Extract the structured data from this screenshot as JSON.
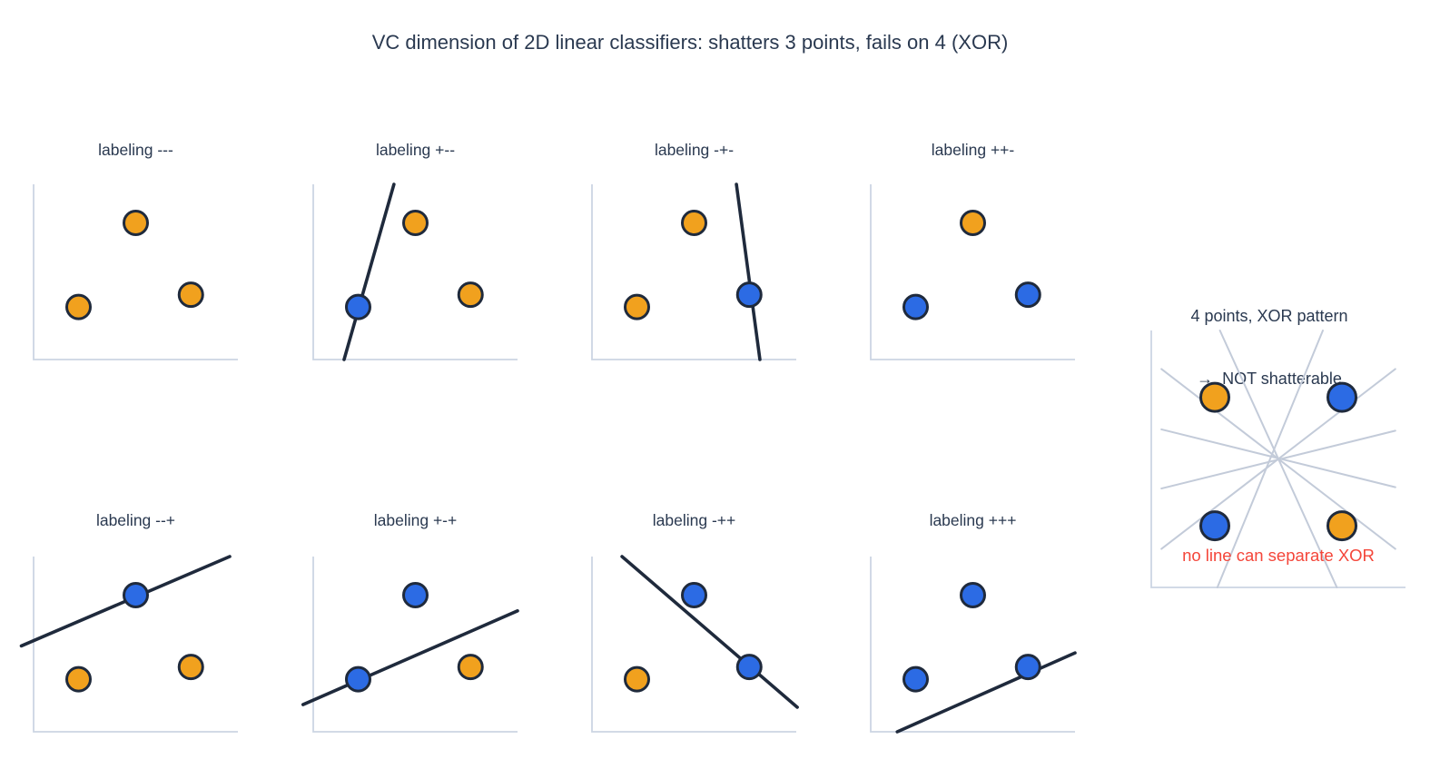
{
  "title": "VC dimension of 2D linear classifiers: shatters 3 points, fails on 4 (XOR)",
  "colors": {
    "background": "#ffffff",
    "text": "#2a3950",
    "ink": "#1f2a3c",
    "positive_blue": "#2c6be4",
    "negative_orange": "#f1a11e",
    "spine": "#ccd5e3",
    "fan_line": "#c3cbd9",
    "annotation_red": "#f4463a"
  },
  "chart_data": {
    "type": "scatter",
    "description": "Eight small scatter panels showing 3 points under all 8 +/- labelings, each separable by a line; one larger panel showing 4 XOR-labeled points with a fan of candidate lines that all fail.",
    "axis": {
      "spines": "left-bottom",
      "ticks": "none",
      "grid": false,
      "xlim": [
        0,
        1
      ],
      "ylim": [
        0,
        1
      ]
    },
    "base_points": [
      {
        "name": "bottom-left",
        "x": 0.22,
        "y": 0.3
      },
      {
        "name": "right",
        "x": 0.77,
        "y": 0.37
      },
      {
        "name": "top",
        "x": 0.5,
        "y": 0.78
      }
    ],
    "panels": [
      {
        "label": "labeling ---",
        "labels": [
          "-",
          "-",
          "-"
        ],
        "line": null
      },
      {
        "label": "labeling +--",
        "labels": [
          "+",
          "-",
          "-"
        ],
        "line": [
          0.151,
          0.0,
          0.395,
          1.0
        ]
      },
      {
        "label": "labeling -+-",
        "labels": [
          "-",
          "+",
          "-"
        ],
        "line": [
          0.822,
          0.0,
          0.707,
          1.0
        ]
      },
      {
        "label": "labeling ++-",
        "labels": [
          "+",
          "+",
          "-"
        ],
        "line": null
      },
      {
        "label": "labeling --+",
        "labels": [
          "-",
          "-",
          "+"
        ],
        "line": [
          -0.06,
          0.49,
          0.96,
          1.0
        ]
      },
      {
        "label": "labeling +-+",
        "labels": [
          "+",
          "-",
          "+"
        ],
        "line": [
          -0.05,
          0.155,
          1.0,
          0.69
        ]
      },
      {
        "label": "labeling -++",
        "labels": [
          "-",
          "+",
          "+"
        ],
        "line": [
          0.147,
          1.0,
          1.005,
          0.14
        ]
      },
      {
        "label": "labeling +++",
        "labels": [
          "+",
          "+",
          "+"
        ],
        "line": [
          0.13,
          0.0,
          1.0,
          0.45
        ]
      }
    ],
    "xor_panel": {
      "title_line1": "4 points, XOR pattern",
      "title_line2": "→  NOT shatterable",
      "annotation": "no line can separate XOR",
      "points": [
        {
          "name": "top-left",
          "x": 0.25,
          "y": 0.74,
          "label": "-"
        },
        {
          "name": "top-right",
          "x": 0.75,
          "y": 0.74,
          "label": "+"
        },
        {
          "name": "bottom-left",
          "x": 0.25,
          "y": 0.24,
          "label": "+"
        },
        {
          "name": "bottom-right",
          "x": 0.75,
          "y": 0.24,
          "label": "-"
        }
      ],
      "fan_lines": [
        [
          0.27,
          1.0,
          0.73,
          0.0
        ],
        [
          0.675,
          1.0,
          0.26,
          0.0
        ],
        [
          0.04,
          0.85,
          0.96,
          0.15
        ],
        [
          0.04,
          0.15,
          0.96,
          0.85
        ],
        [
          0.04,
          0.615,
          0.96,
          0.39
        ],
        [
          0.04,
          0.385,
          0.96,
          0.61
        ]
      ]
    }
  }
}
